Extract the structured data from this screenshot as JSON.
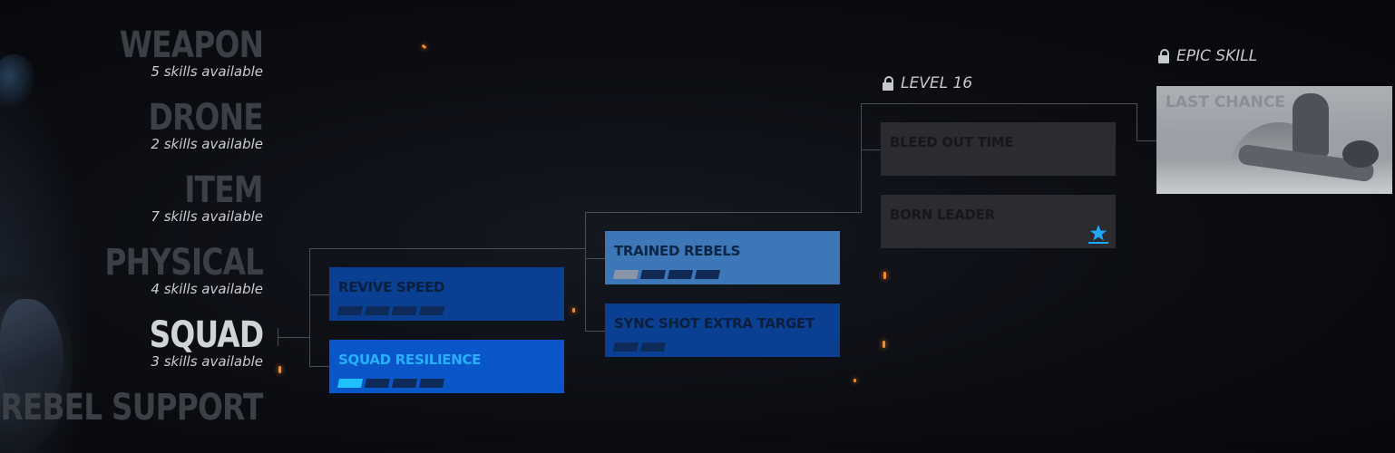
{
  "categories": [
    {
      "name": "WEAPON",
      "sub": "5 skills available",
      "active": false
    },
    {
      "name": "DRONE",
      "sub": "2 skills available",
      "active": false
    },
    {
      "name": "ITEM",
      "sub": "7 skills available",
      "active": false
    },
    {
      "name": "PHYSICAL",
      "sub": "4 skills available",
      "active": false
    },
    {
      "name": "SQUAD",
      "sub": "3 skills available",
      "active": true
    },
    {
      "name": "REBEL SUPPORT",
      "sub": "",
      "active": false
    }
  ],
  "skills": {
    "revive_speed": {
      "label": "REVIVE SPEED",
      "ranks": 4,
      "filled": 0
    },
    "squad_resilience": {
      "label": "SQUAD RESILIENCE",
      "ranks": 4,
      "filled": 1
    },
    "trained_rebels": {
      "label": "TRAINED REBELS",
      "ranks": 4,
      "filled": 0
    },
    "sync_shot": {
      "label": "SYNC SHOT EXTRA TARGET",
      "ranks": 2,
      "filled": 0
    },
    "bleed_out": {
      "label": "BLEED OUT TIME"
    },
    "born_leader": {
      "label": "BORN LEADER"
    }
  },
  "level_lock": {
    "label": "LEVEL 16"
  },
  "epic_lock": {
    "label": "EPIC SKILL"
  },
  "epic_skill": {
    "label": "LAST CHANCE"
  },
  "colors": {
    "accent": "#1ec0ff",
    "skill_dark": "#0a3f92",
    "skill_bright": "#0a56c9",
    "skill_locked": "#2a2c30"
  }
}
